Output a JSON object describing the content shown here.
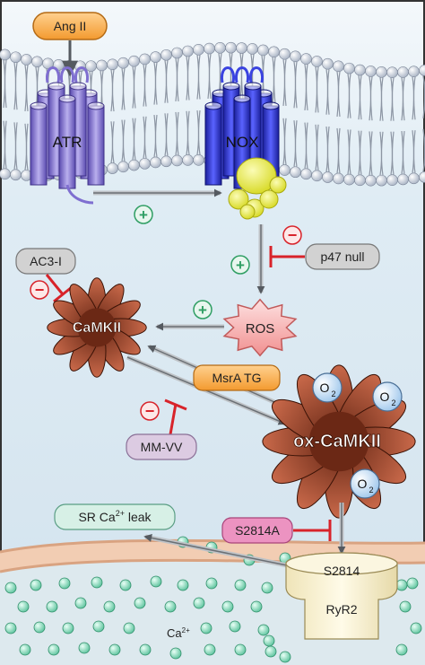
{
  "labels": {
    "ang": "Ang II",
    "atr": "ATR",
    "nox": "NOX",
    "p47": "p47 null",
    "ac3": "AC3-I",
    "camkii": "CaMKII",
    "ros": "ROS",
    "msra": "MsrA TG",
    "mmvv": "MM-VV",
    "ox": "ox-CaMKII",
    "o2": "O",
    "o2sub": "2",
    "sr_leak_pre": "SR Ca",
    "sr_leak_sup": "2+",
    "sr_leak_post": " leak",
    "s2814a": "S2814A",
    "s2814": "S2814",
    "ryr2": "RyR2",
    "ca": "Ca",
    "ca_sup": "2+",
    "plus": "+",
    "minus": "−"
  },
  "colors": {
    "orange": "#f6a74a",
    "atr_purple": "#8f7fd8",
    "nox_blue": "#2f36d6",
    "yellow": "#e9ea4e",
    "ros_pink": "#f4a0a0",
    "camkii_brown": "#8a3a22",
    "pink_box": "#e98dbb",
    "lilac_box": "#d9c6de",
    "grey_box": "#cfcfcf",
    "sr_membrane": "#e8b99a",
    "ca_green": "#7fd3b3",
    "inhibit_red": "#d8232a",
    "plus_green": "#2f9e63",
    "cytoplasm": "#dbe9f2"
  }
}
